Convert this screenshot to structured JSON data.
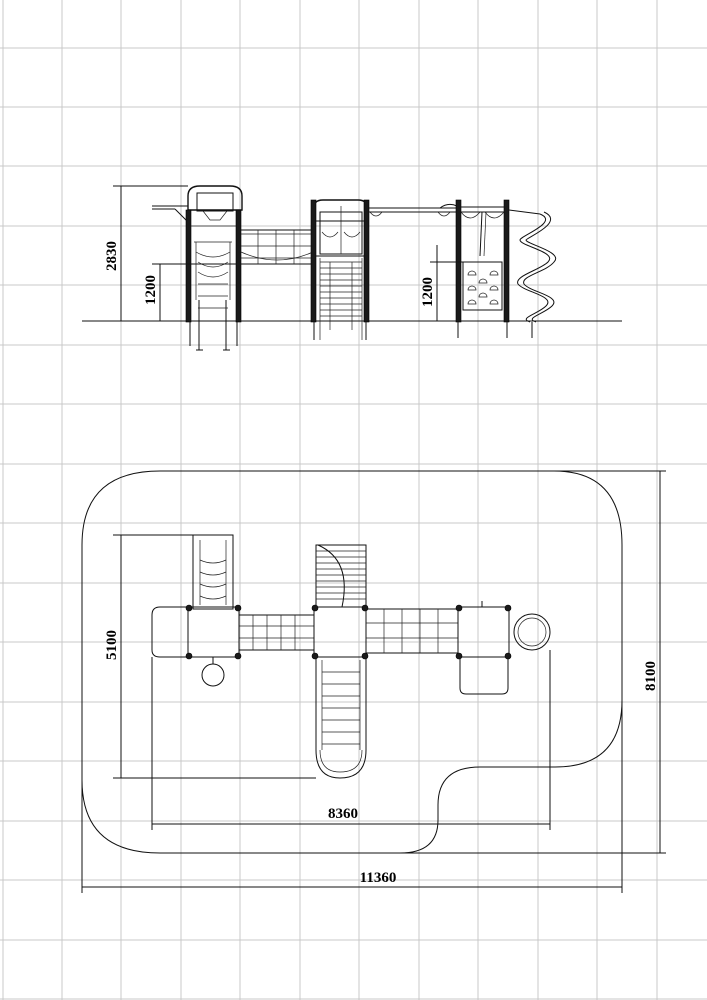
{
  "dimensions": {
    "elevation_height_total": "2830",
    "elevation_platform_left": "1200",
    "elevation_platform_right": "1200",
    "plan_depth": "5100",
    "plan_width_inner": "8360",
    "plan_width_overall": "11360",
    "plan_depth_overall": "8100"
  },
  "colors": {
    "ink": "#111111",
    "grid": "#c8c8c8",
    "background": "#ffffff"
  }
}
